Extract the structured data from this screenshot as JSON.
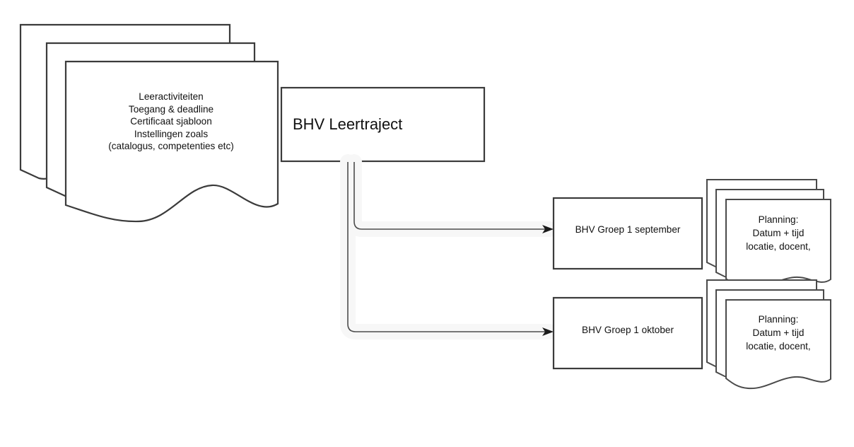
{
  "diagram": {
    "title": "BHV Leertraject",
    "source_stack": {
      "name": "leertraject-template-documents",
      "lines": [
        "Leeractiviteiten",
        "Toegang & deadline",
        "Certificaat sjabloon",
        "Instellingen zoals",
        "(catalogus, competenties etc)"
      ],
      "text": "Leeractiviteiten\nToegang & deadline\nCertificaat sjabloon\nInstellingen zoals\n(catalogus, competenties etc)",
      "sheet_count": 3
    },
    "groups": [
      {
        "label": "BHV Groep 1 september",
        "planning": {
          "lines": [
            "Planning:",
            "Datum + tijd",
            "locatie, docent,"
          ],
          "text": "Planning:\nDatum + tijd\nlocatie, docent,",
          "sheet_count": 3
        }
      },
      {
        "label": "BHV Groep 1 oktober",
        "planning": {
          "lines": [
            "Planning:",
            "Datum + tijd",
            "locatie, docent,"
          ],
          "text": "Planning:\nDatum + tijd\nlocatie, docent,",
          "sheet_count": 3
        }
      }
    ],
    "connectors": [
      {
        "name": "leertraject-to-groep-september",
        "from": "BHV Leertraject",
        "to": "BHV Groep 1 september",
        "style": "elbow-arrow"
      },
      {
        "name": "leertraject-to-groep-oktober",
        "from": "BHV Leertraject",
        "to": "BHV Groep 1 oktober",
        "style": "elbow-arrow"
      }
    ],
    "colors": {
      "background": "#ffffff",
      "stroke": "#3b3b3b",
      "connector": "#4d4d4d",
      "text": "#111111",
      "halo": "#f7f7f7"
    }
  }
}
